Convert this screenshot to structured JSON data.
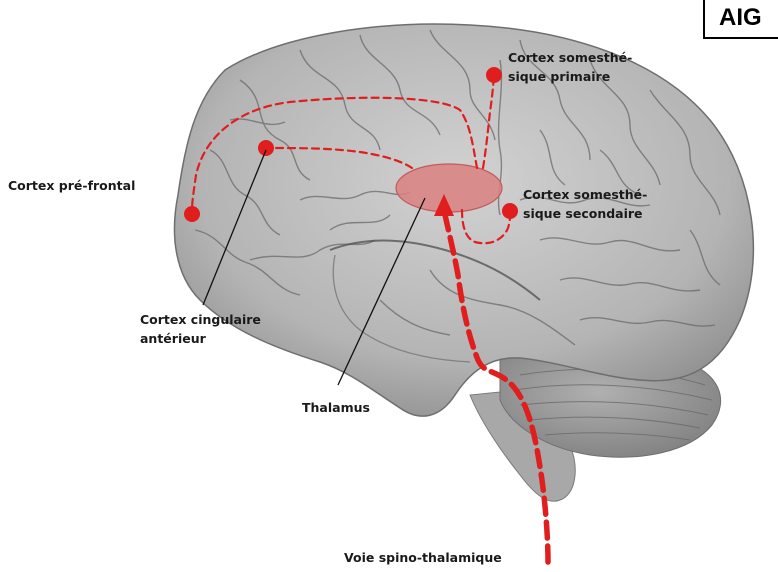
{
  "corner_tag": "AIG",
  "labels": {
    "cortex_prefrontal": "Cortex pré-frontal",
    "cortex_cingulaire": [
      "Cortex cingulaire",
      "antérieur"
    ],
    "thalamus": "Thalamus",
    "cortex_s1": [
      "Cortex somesthé-",
      "sique primaire"
    ],
    "cortex_s2": [
      "Cortex somesthé-",
      "sique secondaire"
    ],
    "voie": "Voie spino-thalamique"
  },
  "colors": {
    "pathway": "#e01e1e",
    "thalamus_fill": "#d98080",
    "brain": "#b9b9b9",
    "cerebellum": "#9e9e9e"
  }
}
